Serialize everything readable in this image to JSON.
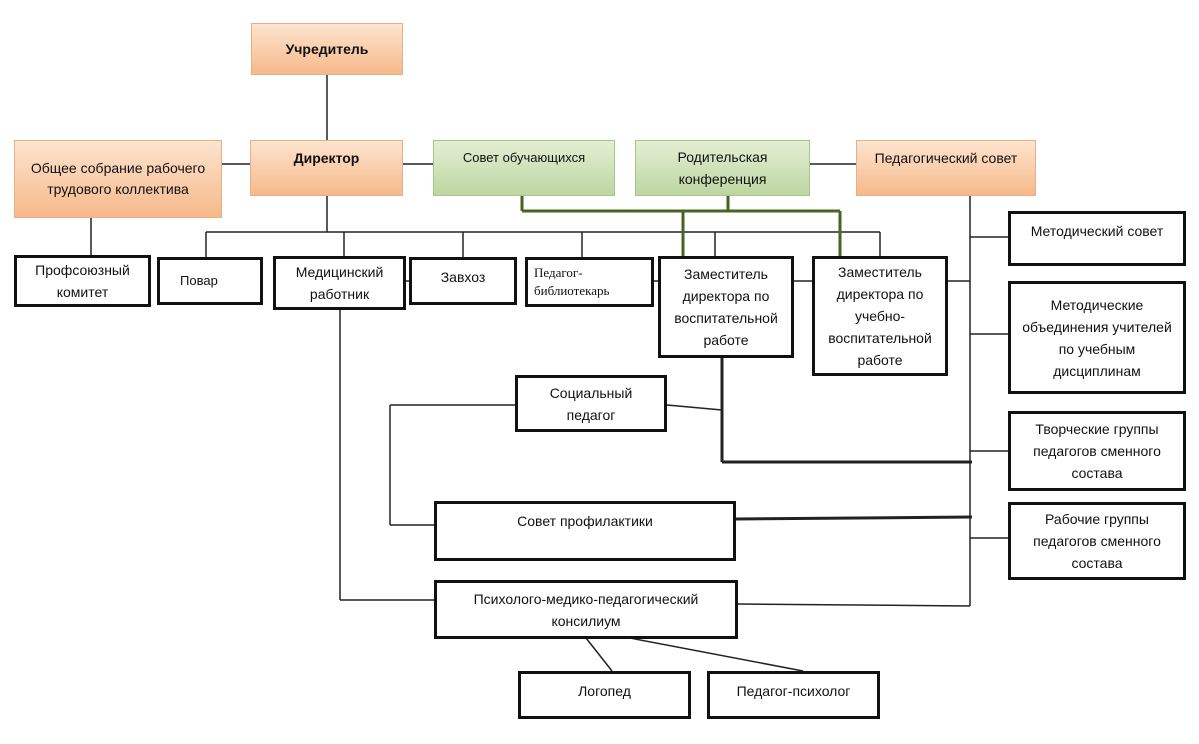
{
  "boxes": {
    "founder": "Учредитель",
    "director": "Директор",
    "general_meeting": "Общее собрание рабочего трудового коллектива",
    "student_council": "Совет обучающихся",
    "parent_conference": "Родительская конференция",
    "ped_council": "Педагогический совет",
    "trade_union": "Профсоюзный комитет",
    "cook": "Повар",
    "medical": "Медицинский работник",
    "supply_manager": "Завхоз",
    "librarian": "Педагог-библиотекарь",
    "deputy_upbringing": "Заместитель директора по воспитательной работе",
    "deputy_academic": "Заместитель директора по учебно-воспитательной работе",
    "method_council": "Методический совет",
    "method_associations": "Методические объединения учителей по учебным дисциплинам",
    "creative_groups": "Творческие группы педагогов сменного состава",
    "working_groups": "Рабочие группы педагогов сменного состава",
    "social_pedagogue": "Социальный педагог",
    "prevention_council": "Совет профилактики",
    "pmpk": "Психолого-медико-педагогический консилиум",
    "speech_therapist": "Логопед",
    "psychologist": "Педагог-психолог"
  },
  "colors": {
    "orange_fill": "#f6b98a",
    "green_fill": "#bdd6a1",
    "green_line": "#4a6320",
    "line": "#222222"
  }
}
